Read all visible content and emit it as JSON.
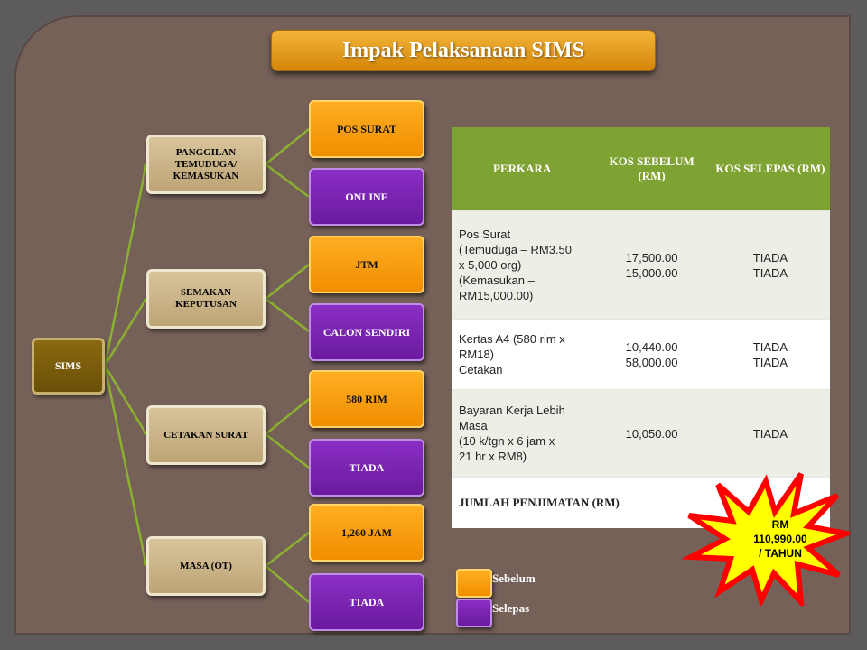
{
  "title": "Impak Pelaksanaan SIMS",
  "tree": {
    "root": "SIMS",
    "categories": [
      {
        "label": "PANGGILAN TEMUDUGA/ KEMASUKAN",
        "before": "POS SURAT",
        "after": "ONLINE"
      },
      {
        "label": "SEMAKAN KEPUTUSAN",
        "before": "JTM",
        "after": "CALON  SENDIRI"
      },
      {
        "label": "CETAKAN SURAT",
        "before": "580 RIM",
        "after": "TIADA"
      },
      {
        "label": "MASA (OT)",
        "before": "1,260 JAM",
        "after": "TIADA"
      }
    ]
  },
  "table": {
    "headers": [
      "PERKARA",
      "KOS SEBELUM (RM)",
      "KOS SELEPAS (RM)"
    ],
    "rows": [
      {
        "item": "Pos Surat\n(Temuduga – RM3.50\nx 5,000 org)\n(Kemasukan –\nRM15,000.00)",
        "before": "17,500.00\n15,000.00",
        "after": "TIADA\nTIADA"
      },
      {
        "item": "Kertas A4 (580 rim x\nRM18)\nCetakan",
        "before": "10,440.00\n58,000.00",
        "after": "TIADA\nTIADA"
      },
      {
        "item": "Bayaran Kerja Lebih\nMasa\n(10 k/tgn x 6 jam x\n21 hr x RM8)",
        "before": "10,050.00",
        "after": "TIADA"
      }
    ],
    "total_label": "JUMLAH PENJIMATAN (RM)"
  },
  "savings": {
    "line1": "RM",
    "line2": "110,990.00",
    "line3": "/ TAHUN"
  },
  "legend": {
    "before": "Sebelum",
    "after": "Selepas"
  },
  "colors": {
    "before": "#f59a0c",
    "after": "#7422ac",
    "category": "#cab78a",
    "root": "#7b5e0c",
    "connector": "#8cb030",
    "header": "#7fa332",
    "star": "#ff0000",
    "star_fill": "#ffff00"
  }
}
